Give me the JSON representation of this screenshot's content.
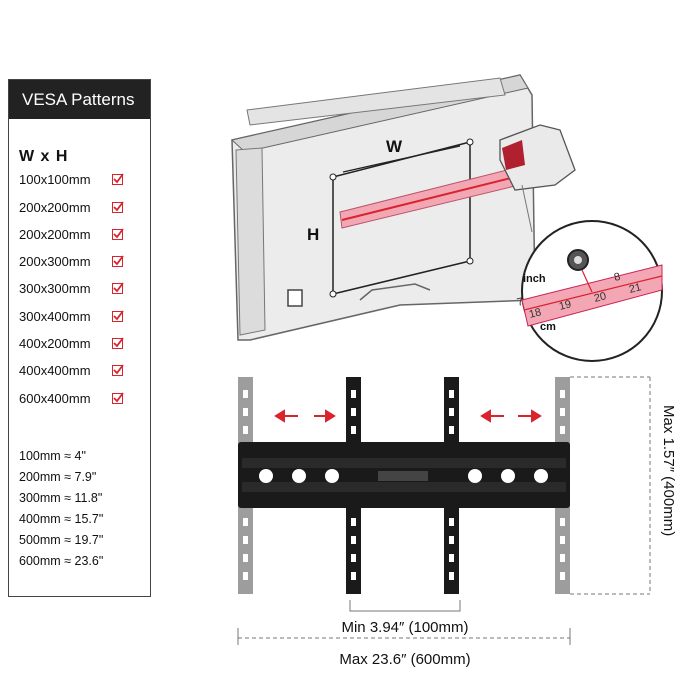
{
  "panel": {
    "title": "VESA Patterns",
    "header": "W x H",
    "patterns": [
      "100x100mm",
      "200x200mm",
      "200x200mm",
      "200x300mm",
      "300x300mm",
      "300x400mm",
      "400x200mm",
      "400x400mm",
      "600x400mm"
    ],
    "conversions": [
      "100mm ≈ 4\"",
      "200mm ≈ 7.9\"",
      "300mm ≈ 11.8\"",
      "400mm ≈ 15.7\"",
      "500mm ≈ 19.7\"",
      "600mm ≈ 23.6\""
    ]
  },
  "tv": {
    "w_label": "W",
    "h_label": "H",
    "inch_label": "inch",
    "cm_label": "cm",
    "tape_numbers": [
      "18",
      "19",
      "20",
      "21"
    ],
    "inch_numbers": [
      "7",
      "8"
    ]
  },
  "dimensions": {
    "max_height": "Max 1.57″ (400mm)",
    "min_width": "Min 3.94″ (100mm)",
    "max_width": "Max 23.6″ (600mm)"
  },
  "colors": {
    "accent_red": "#d9232d",
    "tape_pink": "#f3a7b4",
    "bracket_black": "#1a1a1a",
    "arm_gray": "#9d9d9d"
  }
}
